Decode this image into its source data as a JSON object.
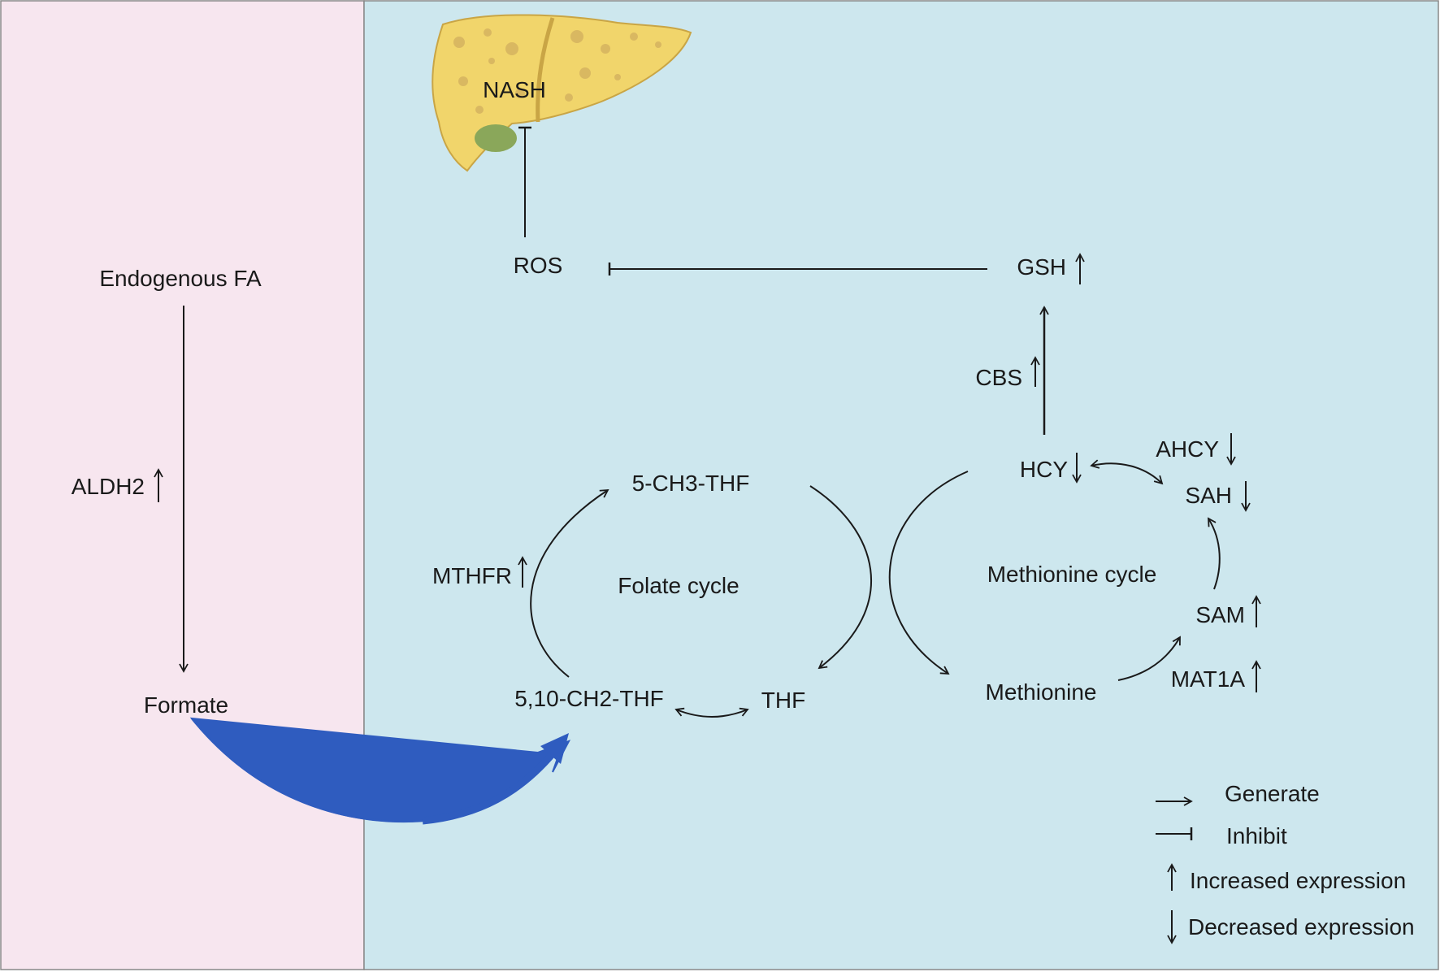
{
  "liver": {
    "label": "NASH"
  },
  "left_panel": {
    "source": "Endogenous FA",
    "enzyme": "ALDH2",
    "product": "Formate"
  },
  "nodes": {
    "ros": "ROS",
    "gsh": "GSH",
    "cbs": "CBS",
    "hcy": "HCY",
    "ahcy": "AHCY",
    "sah": "SAH",
    "sam": "SAM",
    "mat1a": "MAT1A",
    "methionine": "Methionine",
    "methionine_cycle": "Methionine cycle",
    "folate_cycle": "Folate cycle",
    "ch3_thf": "5-CH3-THF",
    "ch2_thf": "5,10-CH2-THF",
    "thf": "THF",
    "mthfr": "MTHFR"
  },
  "legend": {
    "generate": "Generate",
    "inhibit": "Inhibit",
    "increased": "Increased expression",
    "decreased": "Decreased expression"
  },
  "colors": {
    "left_bg": "#f7e6ef",
    "right_bg": "#cde7ee",
    "formate_arrow": "#2f5cbf",
    "liver_fill": "#f1d56b",
    "liver_spots": "#d9b861",
    "gallbladder": "#8aa75a"
  }
}
